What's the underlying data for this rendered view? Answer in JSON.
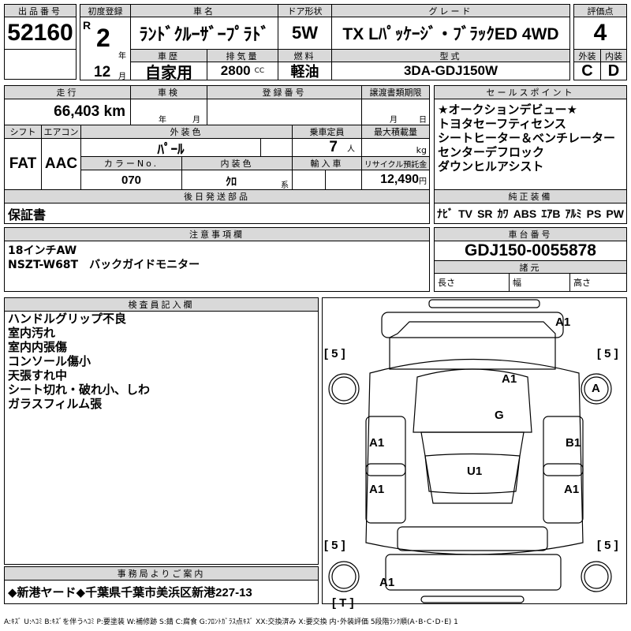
{
  "lot": {
    "label": "出品番号",
    "value": "52160"
  },
  "first_reg": {
    "label": "初度登録",
    "era": "R",
    "year": "2",
    "year_unit": "年",
    "month": "12",
    "month_unit": "月"
  },
  "car_name": {
    "label": "車名",
    "value": "ﾗﾝﾄﾞｸﾙｰｻﾞｰﾌﾟﾗﾄﾞ"
  },
  "door": {
    "label": "ドア形状",
    "value": "5W"
  },
  "grade": {
    "label": "グレード",
    "value": "TX Lﾊﾟｯｹｰｼﾞ・ﾌﾞﾗｯｸED 4WD"
  },
  "history": {
    "label": "車歴",
    "value": "自家用"
  },
  "displacement": {
    "label": "排気量",
    "value": "2800",
    "unit": "CC"
  },
  "fuel": {
    "label": "燃料",
    "value": "軽油"
  },
  "model_code": {
    "label": "型式",
    "value": "3DA-GDJ150W"
  },
  "score": {
    "label": "評価点",
    "value": "4",
    "exterior_label": "外装",
    "interior_label": "内装",
    "exterior": "C",
    "interior": "D"
  },
  "mileage": {
    "label": "走行",
    "value": "66,403 km"
  },
  "inspection": {
    "label": "車検",
    "year_unit": "年",
    "month_unit": "月"
  },
  "reg_number": {
    "label": "登録番号"
  },
  "transfer": {
    "label": "譲渡書類期限",
    "month_unit": "月",
    "day_unit": "日"
  },
  "shift": {
    "label": "シフト",
    "value": "FAT"
  },
  "aircon": {
    "label": "エアコン",
    "value": "AAC"
  },
  "ext_color": {
    "label": "外装色",
    "value": "ﾊﾟｰﾙ"
  },
  "capacity": {
    "label": "乗車定員",
    "value": "7",
    "unit": "人"
  },
  "max_load": {
    "label": "最大積載量",
    "unit": "kg"
  },
  "color_no": {
    "label": "カラーNo.",
    "value": "070"
  },
  "int_color": {
    "label": "内装色",
    "value": "ｸﾛ",
    "unit": "系"
  },
  "import": {
    "label": "輸入車"
  },
  "recycle": {
    "label": "リサイクル預託金",
    "value": "12,490",
    "unit": "円"
  },
  "later_parts": {
    "label": "後日発送部品",
    "value": "保証書"
  },
  "sales_points": {
    "label": "セールスポイント",
    "items": [
      "★オークションデビュー★",
      "トヨタセーフティセンス",
      "シートヒーター＆ベンチレーター",
      "センターデフロック",
      "ダウンヒルアシスト"
    ]
  },
  "equipment": {
    "label": "純正装備",
    "items": [
      "ﾅﾋﾞ",
      "TV",
      "SR",
      "ｶﾜ",
      "ABS",
      "ｴｱB",
      "ｱﾙﾐ",
      "PS",
      "PW"
    ]
  },
  "notes": {
    "label": "注意事項欄",
    "lines": [
      "18インチAW",
      "NSZT-W68T　バックガイドモニター"
    ]
  },
  "chassis": {
    "label": "車台番号",
    "value": "GDJ150-0055878",
    "spec_label": "諸元",
    "length": "長さ",
    "width": "幅",
    "height": "高さ"
  },
  "inspector": {
    "label": "検査員記入欄",
    "lines": [
      "ハンドルグリップ不良",
      "室内汚れ",
      "室内内張傷",
      "コンソール傷小",
      "天張すれ中",
      "シート切れ・破れ小、しわ",
      "ガラスフィルム張"
    ]
  },
  "office": {
    "label": "事務局よりご案内",
    "value": "◆新港ヤード◆千葉県千葉市美浜区新港227-13"
  },
  "diagram": {
    "marks": [
      "[ 5 ]",
      "[ 5 ]",
      "A1",
      "A1",
      "A",
      "G",
      "A1",
      "B1",
      "U1",
      "A1",
      "A1",
      "[ 5 ]",
      "[ 5 ]",
      "A1",
      "[ T ]"
    ]
  },
  "legend": "A:ｷｽﾞ U:ﾍｺﾐ B:ｷｽﾞを伴うﾍｺﾐ P:要塗装 W:補修跡 S:錆 C:腐食 G:ﾌﾛﾝﾄｶﾞﾗｽ点ｷｽﾞ XX:交換済み X:要交換 内･外装評価 5段階ﾗﾝｸ順(A･B･C･D･E) 1"
}
